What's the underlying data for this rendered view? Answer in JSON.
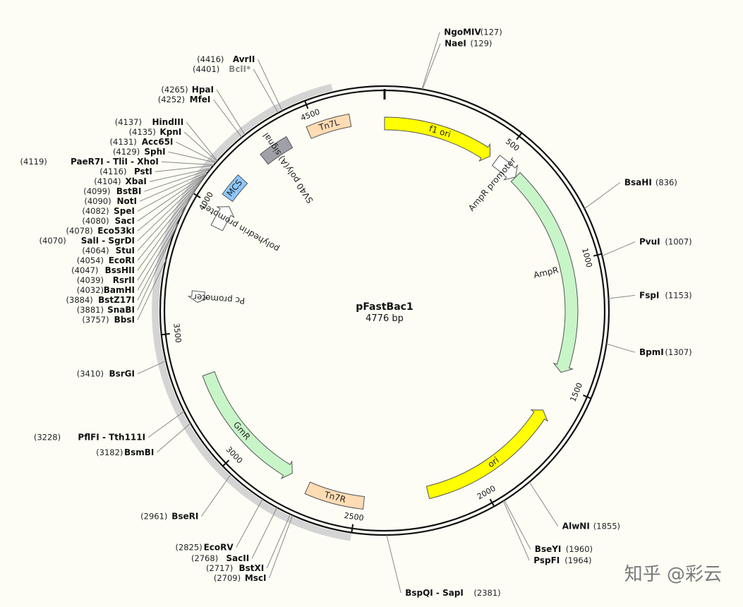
{
  "plasmid": {
    "name": "pFastBac1",
    "length_label": "4776 bp",
    "length": 4776
  },
  "watermark": "知乎 @彩云",
  "ticks": [
    500,
    1000,
    1500,
    2000,
    2500,
    3000,
    3500,
    4000,
    4500
  ],
  "highlight": {
    "from": 2500,
    "to": 4600
  },
  "features": [
    {
      "name": "f1 ori",
      "start": 0,
      "end": 456,
      "direction": 1,
      "type": "arrow",
      "color": "#ffff00",
      "label_inside": true
    },
    {
      "name": "AmpR promoter",
      "start": 485,
      "end": 590,
      "direction": 1,
      "type": "arrow",
      "color": "#ffffff",
      "label_inside": false
    },
    {
      "name": "AmpR",
      "start": 590,
      "end": 1450,
      "direction": 1,
      "type": "arrow",
      "color": "#c8f5c8",
      "label_inside": false
    },
    {
      "name": "ori",
      "start": 1620,
      "end": 2210,
      "direction": -1,
      "type": "arrow",
      "color": "#ffff00",
      "label_inside": true
    },
    {
      "name": "Tn7R",
      "start": 2470,
      "end": 2700,
      "direction": 0,
      "type": "box",
      "color": "#ffdcb4",
      "label_inside": true
    },
    {
      "name": "GmR",
      "start": 2780,
      "end": 3320,
      "direction": -1,
      "type": "arrow",
      "color": "#c8f5c8",
      "label_inside": true
    },
    {
      "name": "Pc promoter",
      "start": 3615,
      "end": 3660,
      "direction": -1,
      "type": "arrow",
      "color": "#ffffff",
      "label_inside": false
    },
    {
      "name": "polyhedrin promoter",
      "start": 3930,
      "end": 4030,
      "direction": 1,
      "type": "arrow",
      "color": "#ffffff",
      "label_inside": false
    },
    {
      "name": "MCS",
      "start": 4055,
      "end": 4150,
      "direction": 0,
      "type": "box",
      "color": "#8cc8ff",
      "label_inside": true
    },
    {
      "name": "SV40 poly(A) signal",
      "start": 4265,
      "end": 4385,
      "direction": 0,
      "type": "box",
      "color": "#a0a0a8",
      "label_inside": false
    },
    {
      "name": "Tn7L",
      "start": 4470,
      "end": 4640,
      "direction": 0,
      "type": "box",
      "color": "#ffdcb4",
      "label_inside": true
    }
  ],
  "sites": [
    {
      "name": "NgoMIV",
      "pos": 127,
      "gray": false
    },
    {
      "name": "NaeI",
      "pos": 129,
      "gray": false
    },
    {
      "name": "BsaHI",
      "pos": 836,
      "gray": false
    },
    {
      "name": "PvuI",
      "pos": 1007,
      "gray": false
    },
    {
      "name": "FspI",
      "pos": 1153,
      "gray": false
    },
    {
      "name": "BpmI",
      "pos": 1307,
      "gray": false
    },
    {
      "name": "AlwNI",
      "pos": 1855,
      "gray": false
    },
    {
      "name": "BseYI",
      "pos": 1960,
      "gray": false
    },
    {
      "name": "PspFI",
      "pos": 1964,
      "gray": false
    },
    {
      "name": "BspQI - SapI",
      "pos": 2381,
      "gray": false
    },
    {
      "name": "MscI",
      "pos": 2709,
      "gray": false
    },
    {
      "name": "BstXI",
      "pos": 2717,
      "gray": false
    },
    {
      "name": "SacII",
      "pos": 2768,
      "gray": false
    },
    {
      "name": "EcoRV",
      "pos": 2825,
      "gray": false
    },
    {
      "name": "BseRI",
      "pos": 2961,
      "gray": false
    },
    {
      "name": "BsmBI",
      "pos": 3182,
      "gray": false
    },
    {
      "name": "PflFI - Tth111I",
      "pos": 3228,
      "gray": false
    },
    {
      "name": "BsrGI",
      "pos": 3410,
      "gray": false
    },
    {
      "name": "BbsI",
      "pos": 3757,
      "gray": false
    },
    {
      "name": "SnaBI",
      "pos": 3881,
      "gray": false
    },
    {
      "name": "BstZ17I",
      "pos": 3884,
      "gray": false
    },
    {
      "name": "BamHI",
      "pos": 4032,
      "gray": false
    },
    {
      "name": "RsrII",
      "pos": 4039,
      "gray": false
    },
    {
      "name": "BssHII",
      "pos": 4047,
      "gray": false
    },
    {
      "name": "EcoRI",
      "pos": 4054,
      "gray": false
    },
    {
      "name": "StuI",
      "pos": 4064,
      "gray": false
    },
    {
      "name": "SalI - SgrDI",
      "pos": 4070,
      "gray": false
    },
    {
      "name": "Eco53kI",
      "pos": 4078,
      "gray": false
    },
    {
      "name": "SacI",
      "pos": 4080,
      "gray": false
    },
    {
      "name": "SpeI",
      "pos": 4082,
      "gray": false
    },
    {
      "name": "NotI",
      "pos": 4090,
      "gray": false
    },
    {
      "name": "BstBI",
      "pos": 4099,
      "gray": false
    },
    {
      "name": "XbaI",
      "pos": 4104,
      "gray": false
    },
    {
      "name": "PstI",
      "pos": 4116,
      "gray": false
    },
    {
      "name": "PaeR7I - TliI - XhoI",
      "pos": 4119,
      "gray": false
    },
    {
      "name": "SphI",
      "pos": 4129,
      "gray": false
    },
    {
      "name": "Acc65I",
      "pos": 4131,
      "gray": false
    },
    {
      "name": "KpnI",
      "pos": 4135,
      "gray": false
    },
    {
      "name": "HindIII",
      "pos": 4137,
      "gray": false
    },
    {
      "name": "MfeI",
      "pos": 4252,
      "gray": false
    },
    {
      "name": "HpaI",
      "pos": 4265,
      "gray": false
    },
    {
      "name": "BclI*",
      "pos": 4401,
      "gray": true
    },
    {
      "name": "AvrII",
      "pos": 4416,
      "gray": false
    }
  ]
}
